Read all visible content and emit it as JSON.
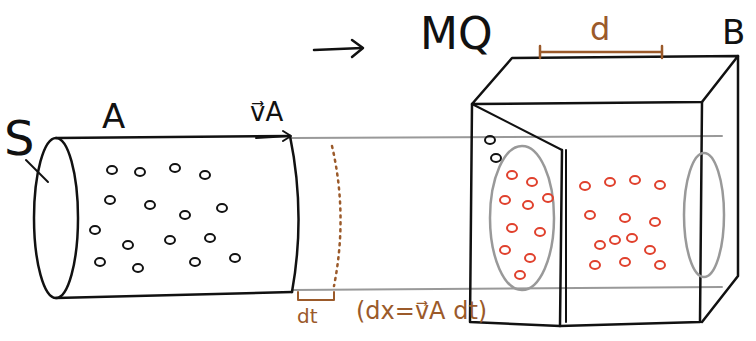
{
  "diagram": {
    "labels": [
      "MQ",
      "S",
      "A",
      "v⃗A",
      "d",
      "B",
      "dt",
      "(dx=v⃗A dt)"
    ]
  }
}
